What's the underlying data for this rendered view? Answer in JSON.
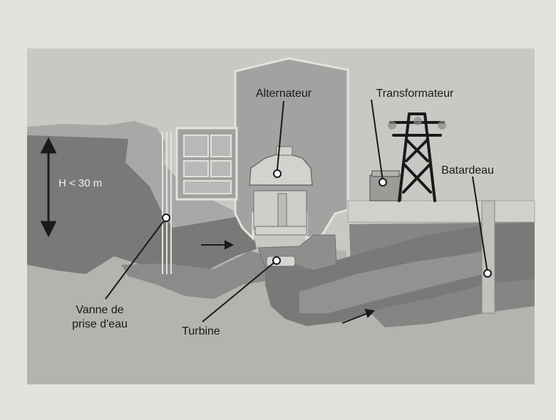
{
  "diagram": {
    "labels": {
      "alternateur": "Alternateur",
      "transformateur": "Transformateur",
      "batardeau": "Batardeau",
      "hauteur": "H < 30 m",
      "vanne_line1": "Vanne de",
      "vanne_line2": "prise d'eau",
      "turbine": "Turbine"
    },
    "colors": {
      "paper": "#e4e2df",
      "sky": "#c9c8c5",
      "ground": "#b4b3b0",
      "water": "#7a7977",
      "building": "#a3a2a0",
      "line": "#1a1a1a"
    }
  }
}
